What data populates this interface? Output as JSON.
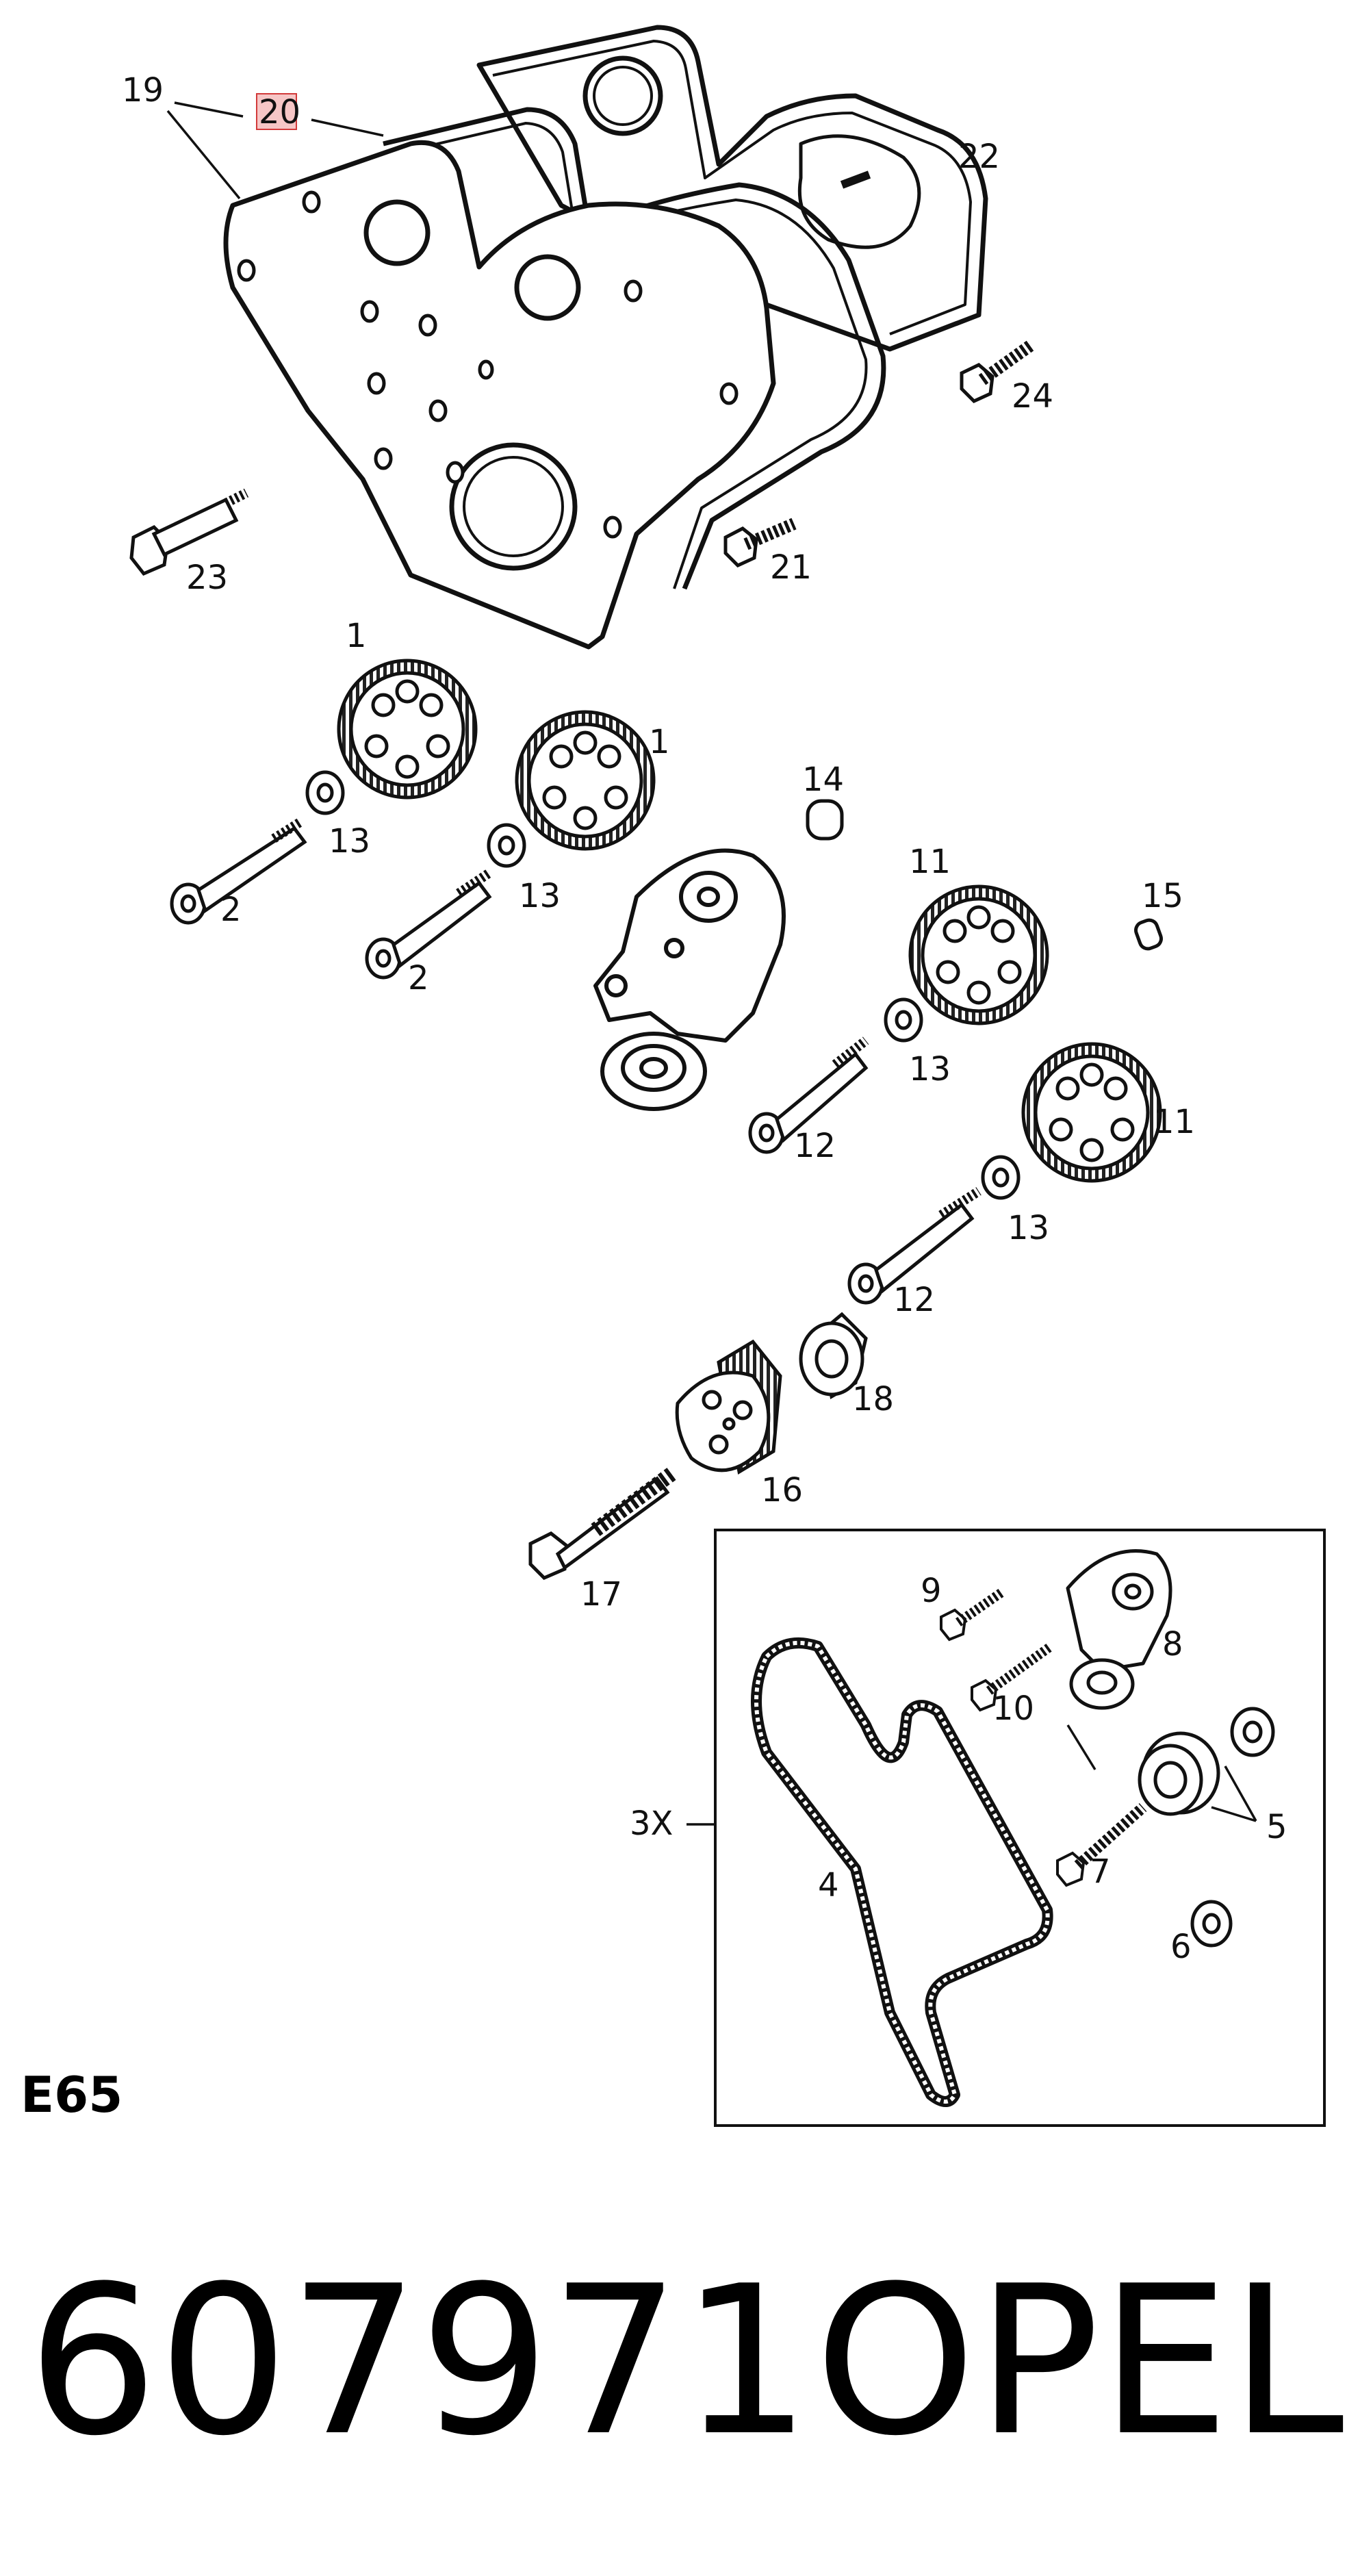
{
  "labels": {
    "l19": "19",
    "l20": "20",
    "l22": "22",
    "l24": "24",
    "l23": "23",
    "l21": "21",
    "l1a": "1",
    "l1b": "1",
    "l13a": "13",
    "l13b": "13",
    "l2a": "2",
    "l2b": "2",
    "l14": "14",
    "l11a": "11",
    "l15": "15",
    "l13c": "13",
    "l12a": "12",
    "l11b": "11",
    "l13d": "13",
    "l12b": "12",
    "l18": "18",
    "l16": "16",
    "l17": "17",
    "l9": "9",
    "l8": "8",
    "l10": "10",
    "l3x": "3X",
    "l5": "5",
    "l4": "4",
    "l7": "7",
    "l6": "6"
  },
  "highlighted_label": "20",
  "diagram_code": "E65",
  "part_number": "607971",
  "brand": "OPEL"
}
